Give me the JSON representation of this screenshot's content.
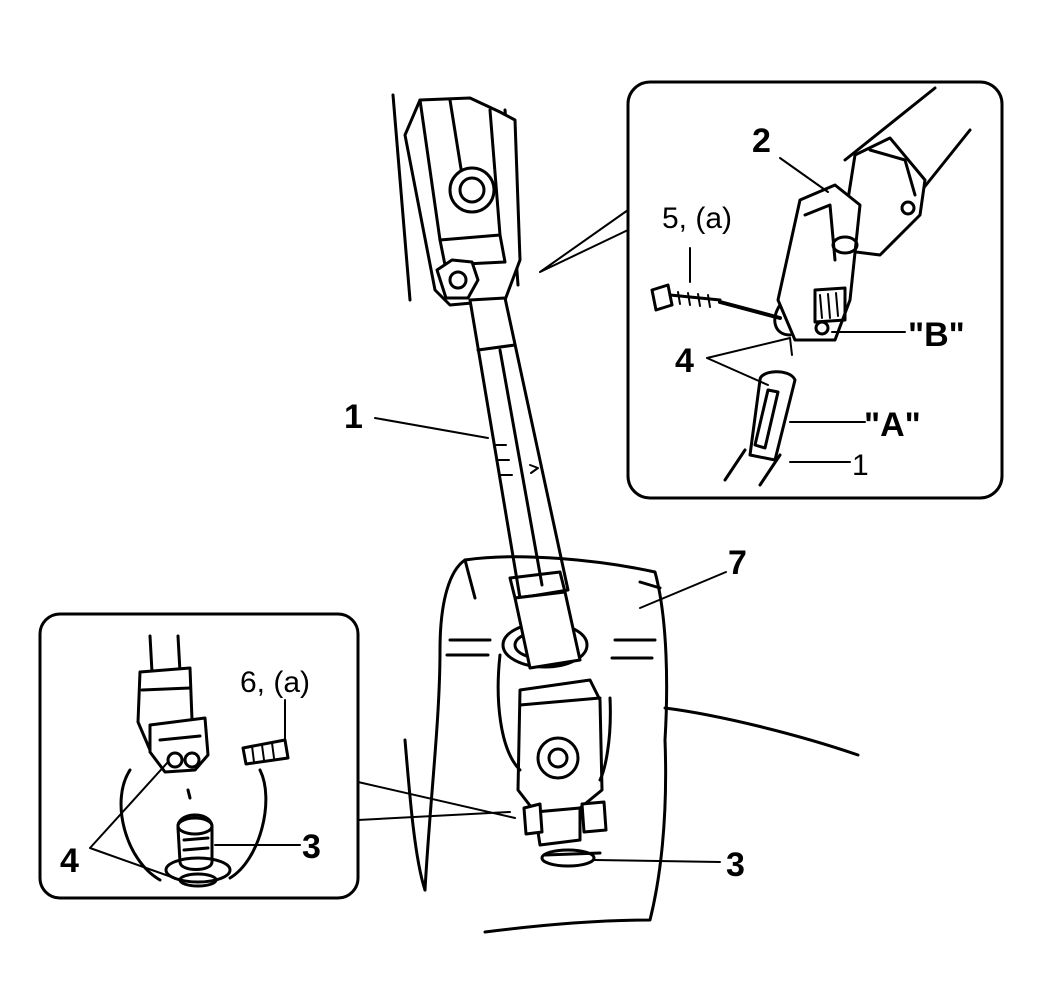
{
  "labels": {
    "shaft_main": "1",
    "shaft_detail": "1",
    "joint_detail": "2",
    "bolt_lower_detail": "3",
    "bolt_lower_main": "3",
    "mark_upper": "4",
    "mark_lower": "4",
    "bolt_upper": "5, (a)",
    "bolt_lower": "6, (a)",
    "boot": "7",
    "callout_a": "\"A\"",
    "callout_b": "\"B\""
  }
}
